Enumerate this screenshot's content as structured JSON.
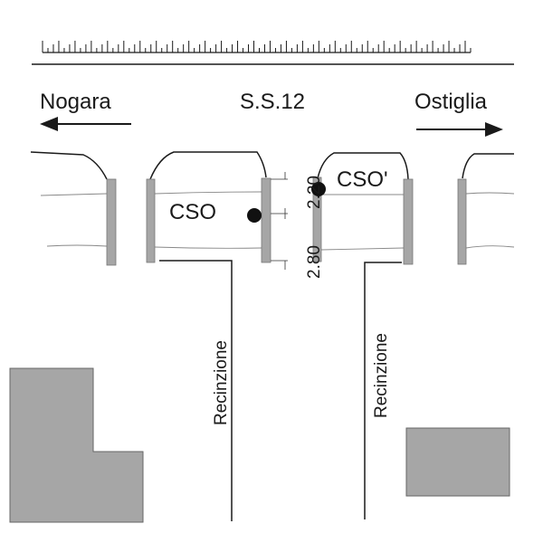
{
  "road": {
    "name": "S.S.12"
  },
  "directions": {
    "left": "Nogara",
    "right": "Ostiglia"
  },
  "points": [
    {
      "label": "CSO"
    },
    {
      "label": "CSO'"
    }
  ],
  "dimensions": {
    "upper": "2.20",
    "lower": "2.80"
  },
  "fences": [
    {
      "label": "Recinzione"
    },
    {
      "label": "Recinzione"
    }
  ],
  "colors": {
    "building": "#a6a6a6",
    "post": "#a6a6a6",
    "ink": "#1a1a1a"
  }
}
